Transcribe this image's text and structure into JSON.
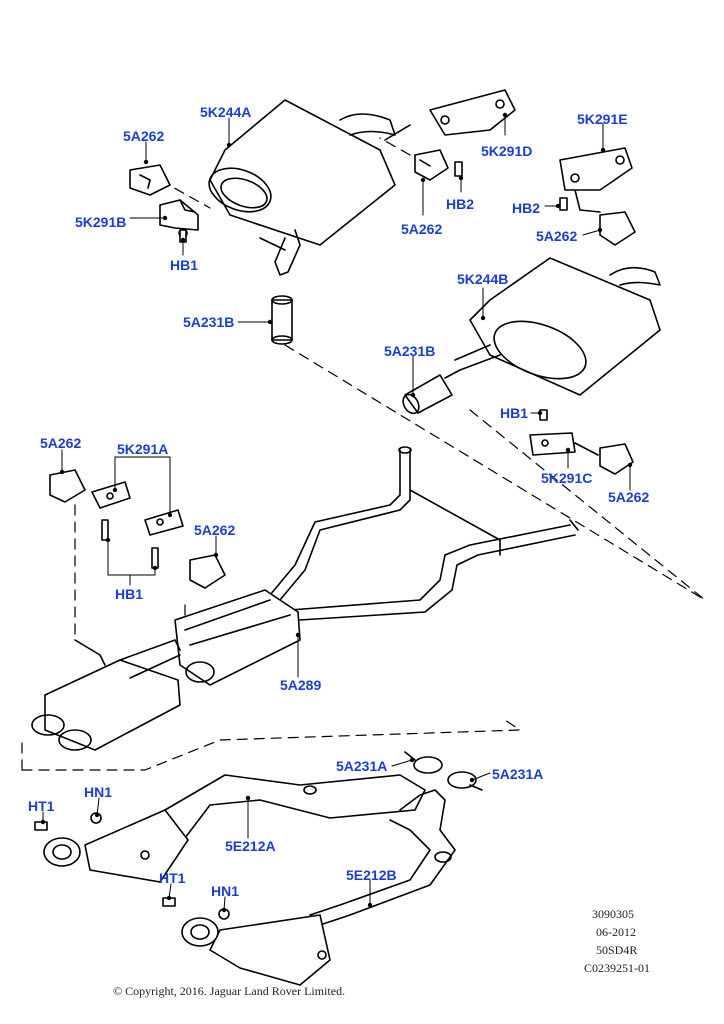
{
  "labels": {
    "l1": "5K244A",
    "l2": "5A262",
    "l3": "5K291B",
    "l4": "HB1",
    "l5": "5A231B",
    "l6": "5K291D",
    "l7": "HB2",
    "l8": "5A262",
    "l9": "5K291E",
    "l10": "HB2",
    "l11": "5A262",
    "l12": "5K244B",
    "l13": "5A231B",
    "l14": "HB1",
    "l15": "5K291C",
    "l16": "5A262",
    "l17": "5A262",
    "l18": "5K291A",
    "l19": "5A262",
    "l20": "HB1",
    "l21": "5A289",
    "l22": "5A231A",
    "l23": "5A231A",
    "l24": "HT1",
    "l25": "HN1",
    "l26": "5E212A",
    "l27": "5E212B",
    "l28": "HT1",
    "l29": "HN1"
  },
  "meta": {
    "line1": "3090305",
    "line2": "06-2012",
    "line3": "50SD4R",
    "line4": "C0239251-01"
  },
  "copyright": "© Copyright, 2016. Jaguar Land Rover Limited.",
  "colors": {
    "label": "#1a3fd0",
    "line": "#000000"
  }
}
